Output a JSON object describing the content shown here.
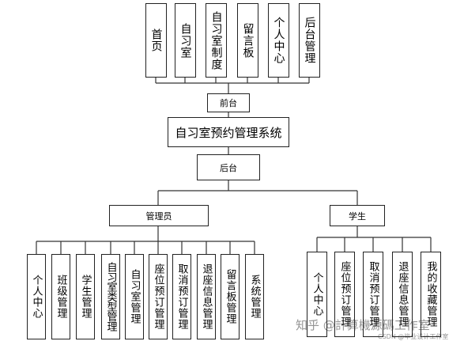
{
  "top_items": [
    "首页",
    "自习室",
    "自习室制度",
    "留言板",
    "个人中心",
    "后台管理"
  ],
  "frontend_label": "前台",
  "system_title": "自习室预约管理系统",
  "backend_label": "后台",
  "admin_label": "管理员",
  "student_label": "学生",
  "admin_items": [
    "个人中心",
    "班级管理",
    "学生管理",
    "自习室类型管理",
    "自习室管理",
    "座位预订管理",
    "取消预订管理",
    "退座信息管理",
    "留言板管理",
    "系统管理"
  ],
  "student_items": [
    "个人中心",
    "座位预订管理",
    "取消预订管理",
    "退座信息管理",
    "我的收藏管理"
  ],
  "watermark": {
    "main": "知乎 @計算機源碼工作室",
    "sub": "CSDN @毕业设计工作室"
  }
}
